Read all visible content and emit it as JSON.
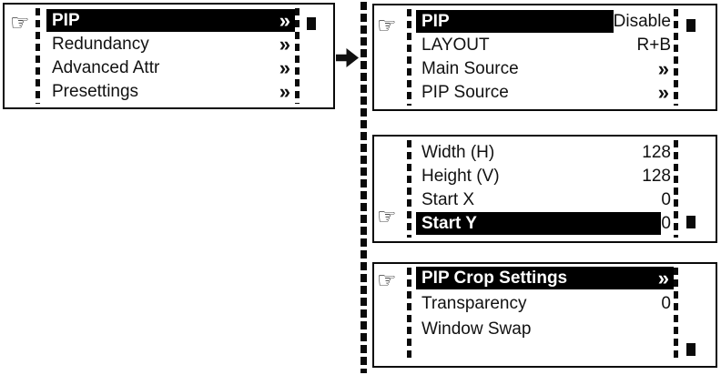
{
  "colors": {
    "foreground": "#111111",
    "background": "#ffffff",
    "highlight_bg": "#000000",
    "highlight_fg": "#ffffff"
  },
  "icons": {
    "cursor_hand": "☞",
    "flow_arrow": "right-arrow",
    "submenu_chevron": "»"
  },
  "panels": {
    "main": {
      "name": "main-menu-screen",
      "rows": [
        {
          "label": "PIP",
          "value": "»",
          "highlighted": true
        },
        {
          "label": "Redundancy",
          "value": "»",
          "highlighted": false
        },
        {
          "label": "Advanced Attr",
          "value": "»",
          "highlighted": false
        },
        {
          "label": "Presettings",
          "value": "»",
          "highlighted": false
        }
      ],
      "cursor_row": "PIP",
      "scroll_indicator": "top"
    },
    "pip": {
      "name": "pip-menu-screen",
      "rows": [
        {
          "label": "PIP",
          "value": "Disable",
          "highlighted": true
        },
        {
          "label": "LAYOUT",
          "value": "R+B",
          "highlighted": false
        },
        {
          "label": "Main Source",
          "value": "»",
          "highlighted": false
        },
        {
          "label": "PIP Source",
          "value": "»",
          "highlighted": false
        }
      ],
      "cursor_row": "PIP",
      "scroll_indicator": "top"
    },
    "size": {
      "name": "pip-size-screen",
      "rows": [
        {
          "label": "Width (H)",
          "value": "128",
          "highlighted": false
        },
        {
          "label": "Height (V)",
          "value": "128",
          "highlighted": false
        },
        {
          "label": "Start X",
          "value": "0",
          "highlighted": false
        },
        {
          "label": "Start Y",
          "value": "0",
          "highlighted": true
        }
      ],
      "cursor_row": "Start Y",
      "scroll_indicator": "bottom"
    },
    "crop": {
      "name": "pip-crop-screen",
      "rows": [
        {
          "label": "PIP Crop Settings",
          "value": "»",
          "highlighted": true
        },
        {
          "label": "Transparency",
          "value": "0",
          "highlighted": false
        },
        {
          "label": "Window Swap",
          "value": "",
          "highlighted": false
        }
      ],
      "cursor_row": "PIP Crop Settings",
      "scroll_indicator": "bottom"
    }
  }
}
